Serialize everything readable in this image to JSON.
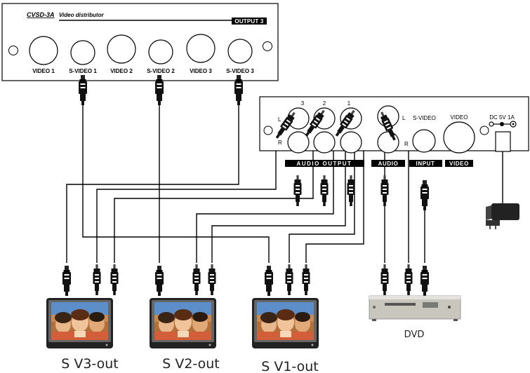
{
  "distributor": {
    "model": "CVSD-3A",
    "subtitle": "Video distributor",
    "output_badge": "OUTPUT 3",
    "ports": [
      "VIDEO 1",
      "S-VIDEO 1",
      "VIDEO 2",
      "S-VIDEO 2",
      "VIDEO 3",
      "S-VIDEO 3"
    ]
  },
  "rear_panel": {
    "channel_numbers": [
      "3",
      "2",
      "1"
    ],
    "left_label": "L",
    "right_label": "R",
    "svideo_label": "S-VIDEO",
    "video_label": "VIDEO",
    "power_label": "DC 5V 1A",
    "audio_output_badge": "AUDIO OUTPUT",
    "audio_badge": "AUDIO",
    "input_badge": "INPUT",
    "video_badge": "VIDEO"
  },
  "devices": {
    "dvd_label": "DVD",
    "tv_labels": [
      "S V3-out",
      "S V2-out",
      "S V1-out"
    ]
  }
}
